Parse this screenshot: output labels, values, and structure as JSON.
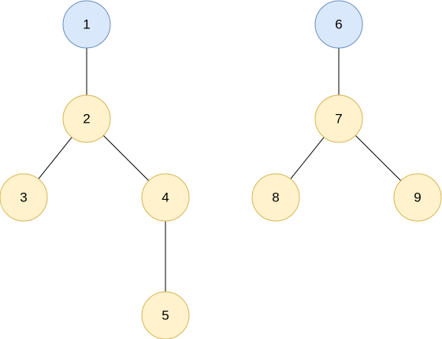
{
  "colors": {
    "root_fill": "#dae8fc",
    "root_stroke": "#6c8ebf",
    "child_fill": "#fff2cc",
    "child_stroke": "#d6b656"
  },
  "trees": [
    {
      "nodes": [
        {
          "id": "1",
          "label": "1",
          "role": "root"
        },
        {
          "id": "2",
          "label": "2",
          "role": "child"
        },
        {
          "id": "3",
          "label": "3",
          "role": "child"
        },
        {
          "id": "4",
          "label": "4",
          "role": "child"
        },
        {
          "id": "5",
          "label": "5",
          "role": "child"
        }
      ],
      "edges": [
        [
          "1",
          "2"
        ],
        [
          "2",
          "3"
        ],
        [
          "2",
          "4"
        ],
        [
          "4",
          "5"
        ]
      ]
    },
    {
      "nodes": [
        {
          "id": "6",
          "label": "6",
          "role": "root"
        },
        {
          "id": "7",
          "label": "7",
          "role": "child"
        },
        {
          "id": "8",
          "label": "8",
          "role": "child"
        },
        {
          "id": "9",
          "label": "9",
          "role": "child"
        }
      ],
      "edges": [
        [
          "6",
          "7"
        ],
        [
          "7",
          "8"
        ],
        [
          "7",
          "9"
        ]
      ]
    }
  ]
}
